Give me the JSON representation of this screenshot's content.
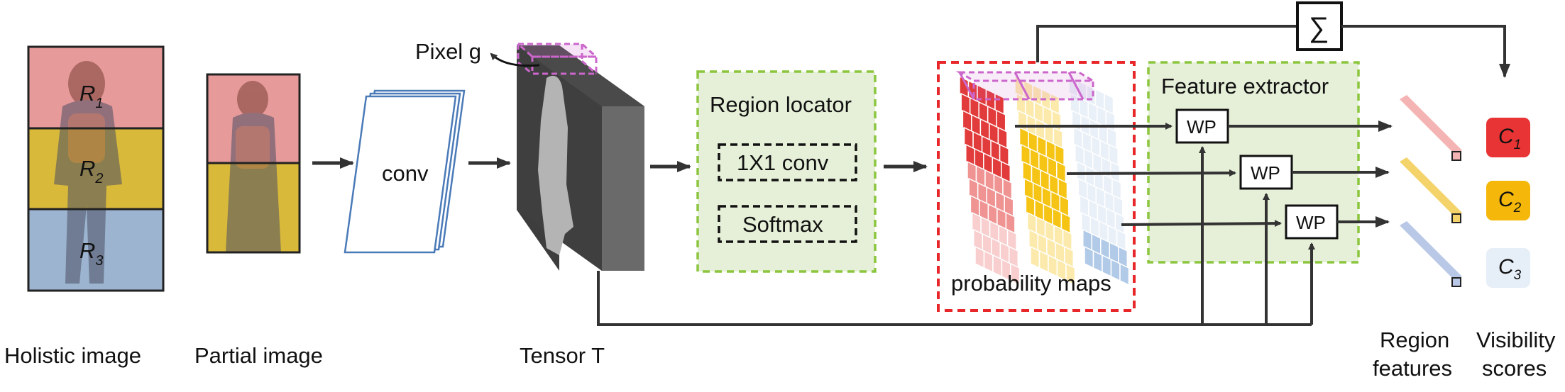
{
  "holistic": {
    "caption": "Holistic image",
    "region_labels": [
      "R",
      "R",
      "R"
    ],
    "region_subs": [
      "1",
      "2",
      "3"
    ],
    "colors": [
      "#e79a9a",
      "#d9b93a",
      "#9cb4cf"
    ]
  },
  "partial": {
    "caption": "Partial image"
  },
  "conv": {
    "label": "conv"
  },
  "tensor": {
    "caption": "Tensor T",
    "pixel_label": "Pixel g"
  },
  "region_locator": {
    "title": "Region locator",
    "op1": "1X1 conv",
    "op2": "Softmax"
  },
  "prob_maps": {
    "label": "probability maps",
    "colors": [
      "#e23b3b",
      "#f5c414",
      "#a9c4e4"
    ]
  },
  "feature_extractor": {
    "title": "Feature extractor",
    "wp_label": "WP"
  },
  "sum": {
    "symbol": "∑"
  },
  "region_features": {
    "caption_line1": "Region",
    "caption_line2": "features"
  },
  "visibility": {
    "caption_line1": "Visibility",
    "caption_line2": "scores",
    "scores": [
      {
        "letter": "C",
        "sub": "1",
        "color": "#e83434"
      },
      {
        "letter": "C",
        "sub": "2",
        "color": "#f5b80a"
      },
      {
        "letter": "C",
        "sub": "3",
        "color": "#e6eef8"
      }
    ]
  },
  "colors": {
    "green_dash": "#8cc63e",
    "green_fill": "#e6f0d8",
    "red_dash": "#e8272a",
    "pink": "#cc66cc",
    "conv_blue": "#4a7ab8",
    "arrow": "#333333"
  }
}
